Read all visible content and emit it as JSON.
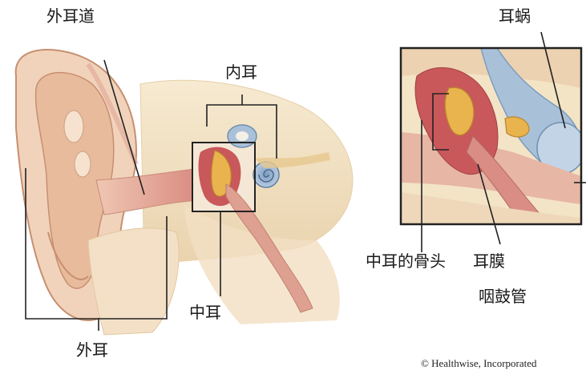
{
  "labels": {
    "outer_canal": "外耳道",
    "inner_ear": "内耳",
    "middle_ear": "中耳",
    "outer_ear": "外耳",
    "cochlea": "耳蜗",
    "ossicles": "中耳的骨头",
    "eardrum": "耳膜",
    "eustachian_tube": "咽鼓管"
  },
  "copyright": "© Healthwise, Incorporated",
  "colors": {
    "skin": "#f1d3bb",
    "skin_dark": "#d9a88a",
    "bone": "#f3e4c4",
    "cochlea_blue": "#a9c1d8",
    "tissue_red": "#c9585a",
    "ossicle_gold": "#e9b34d",
    "canal_pink": "#e3a39a"
  }
}
